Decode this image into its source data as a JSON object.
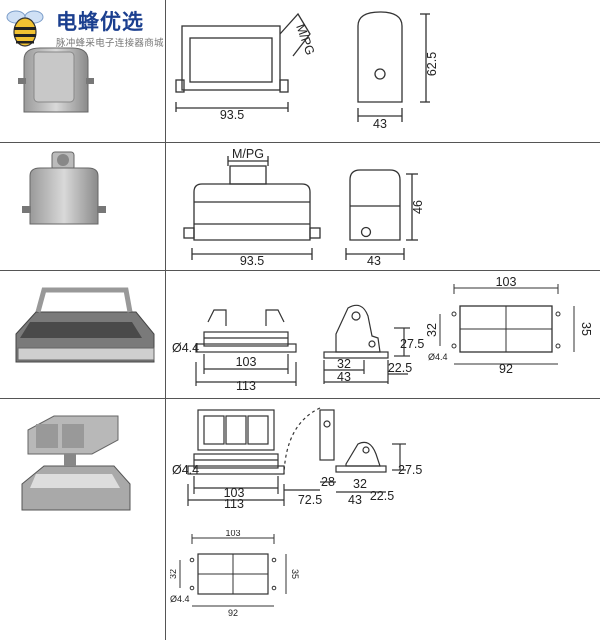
{
  "logo": {
    "name": "电蜂优选",
    "tagline": "脉冲蜂采电子连接器商城"
  },
  "rows": [
    {
      "dims": {
        "mpg": "M/PG",
        "width": "93.5",
        "height": "62.5",
        "depth": "43"
      }
    },
    {
      "dims": {
        "mpg": "M/PG",
        "width": "93.5",
        "height": "46",
        "depth": "43"
      }
    },
    {
      "dims": {
        "hole": "Ø4.4",
        "w_inner": "103",
        "w_outer": "113",
        "h": "27.5",
        "d1": "32",
        "d2": "43",
        "d3": "22.5",
        "cut_w": "103",
        "cut_h": "32",
        "cut_h2": "35",
        "cut_pitch": "92",
        "cut_hole": "Ø4.4"
      }
    },
    {
      "dims": {
        "hole": "Ø4.4",
        "w_inner": "103",
        "w_outer": "113",
        "h": "27.5",
        "d0": "28",
        "d1": "32",
        "d2": "43",
        "d3": "22.5",
        "arc": "72.5",
        "cut_w": "103",
        "cut_h": "32",
        "cut_h2": "35",
        "cut_pitch": "92",
        "cut_hole": "Ø4.4"
      }
    }
  ]
}
